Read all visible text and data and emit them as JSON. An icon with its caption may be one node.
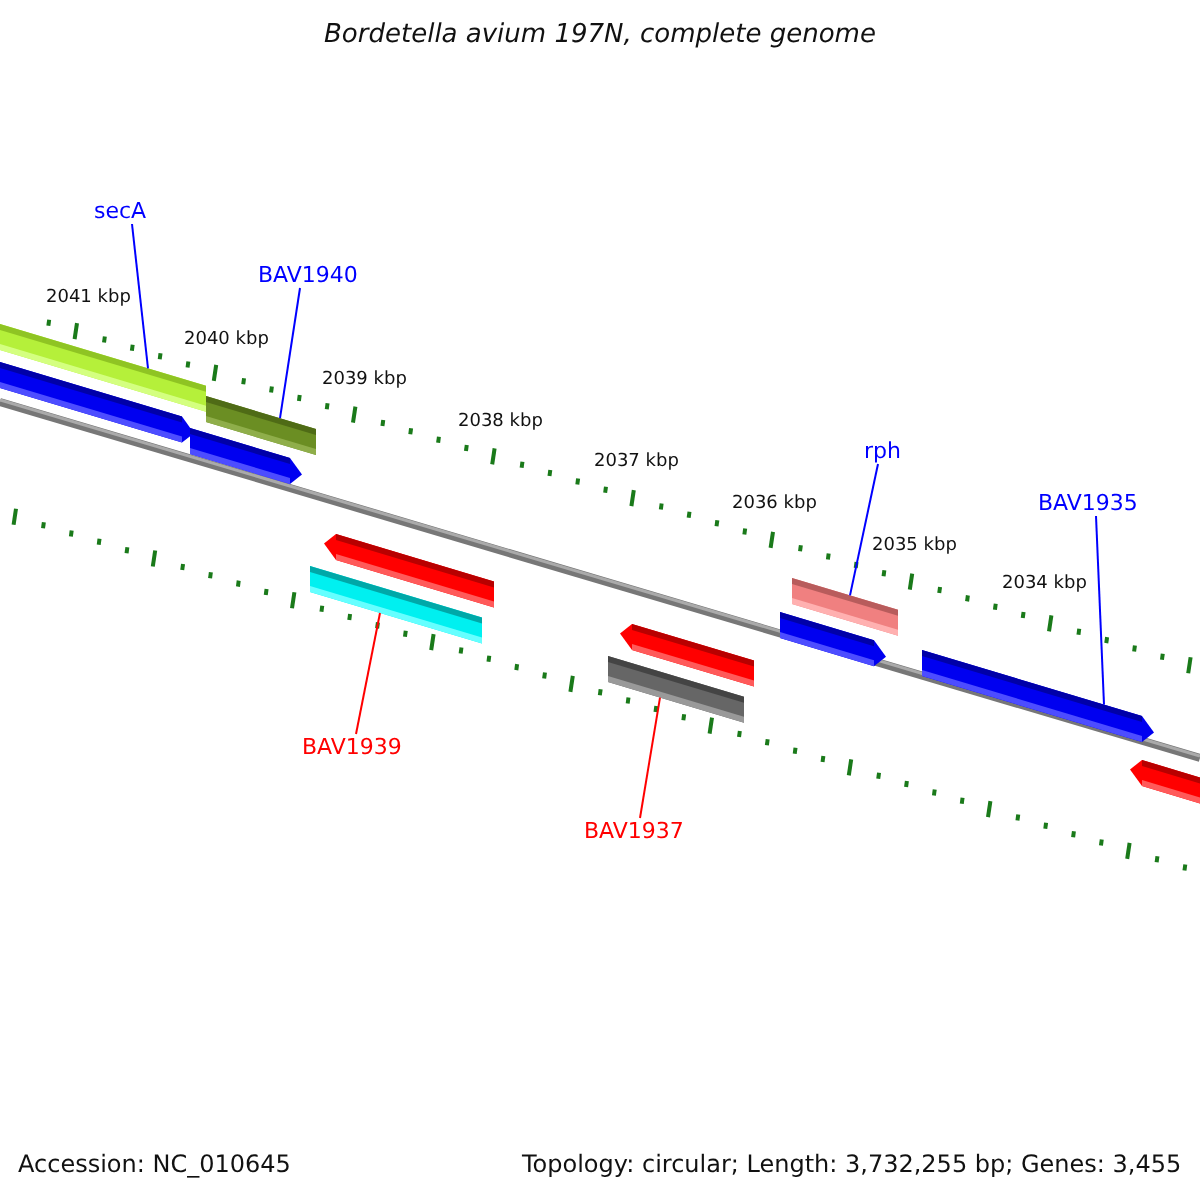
{
  "diagram": {
    "title": "Bordetella avium 197N, complete genome",
    "nodes": [
      {
        "text": [
          "secA"
        ]
      },
      {
        "text": [
          "BAV1940"
        ]
      },
      {
        "text": [
          "rph"
        ]
      },
      {
        "text": [
          "BAV1935"
        ]
      },
      {
        "text": [
          "BAV1939"
        ]
      },
      {
        "text": [
          "BAV1937"
        ]
      },
      {
        "text": [],
        "shape": "bar"
      },
      {
        "text": [],
        "shape": "bar"
      },
      {
        "text": [],
        "shape": "pentagon"
      },
      {
        "text": [],
        "shape": "pentagon"
      },
      {
        "text": [],
        "shape": "pentagon"
      },
      {
        "text": [],
        "shape": "bar"
      },
      {
        "text": [],
        "shape": "pentagon"
      },
      {
        "text": [],
        "shape": "bar"
      },
      {
        "text": [],
        "shape": "bar"
      },
      {
        "text": [],
        "shape": "pentagon"
      },
      {
        "text": [],
        "shape": "pentagon"
      },
      {
        "text": [],
        "shape": "pentagon"
      }
    ],
    "edges": [
      {
        "from": 0,
        "to": 6,
        "arrow": "none"
      },
      {
        "from": 1,
        "to": 7,
        "arrow": "none"
      },
      {
        "from": 2,
        "to": 14,
        "arrow": "none"
      },
      {
        "from": 3,
        "to": 16,
        "arrow": "none"
      },
      {
        "from": 4,
        "to": 11,
        "arrow": "none",
        "color": "#ff0000"
      },
      {
        "from": 5,
        "to": 13,
        "arrow": "none",
        "color": "#ff0000"
      }
    ],
    "labels": [
      "2041 kbp",
      "2040 kbp",
      "2039 kbp",
      "2038 kbp",
      "2037 kbp",
      "2036 kbp",
      "2035 kbp",
      "2034 kbp",
      "Accession: NC_010645",
      "Topology: circular; Length: 3,732,255 bp; Genes: 3,455"
    ]
  }
}
